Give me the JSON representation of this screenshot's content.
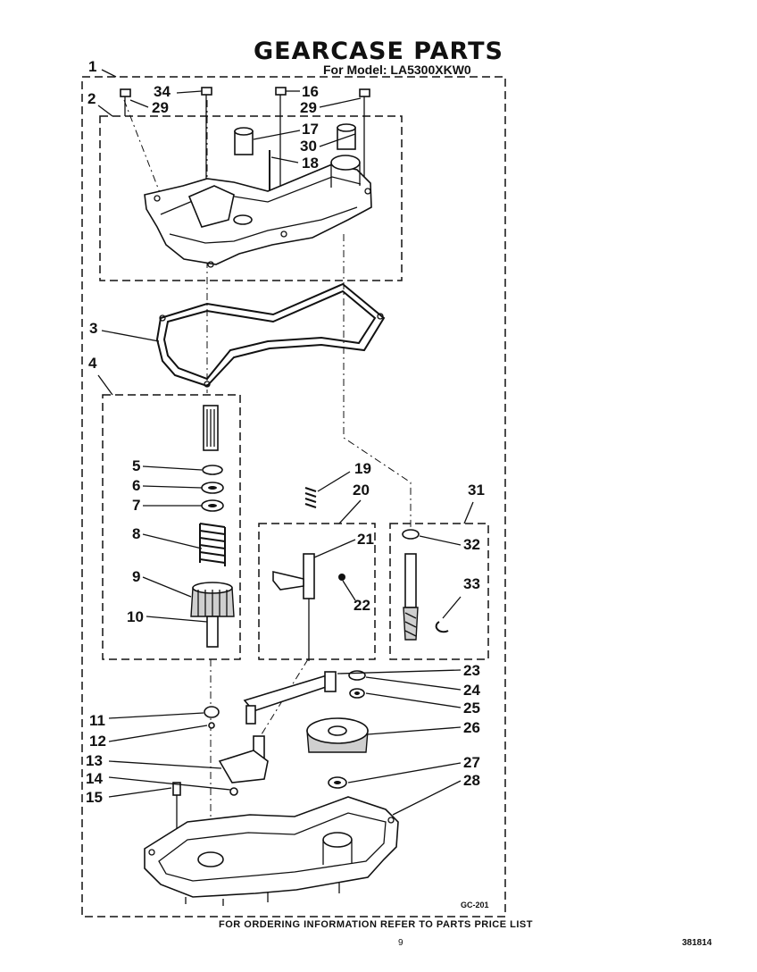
{
  "title": "GEARCASE PARTS",
  "subtitle": "For Model: LA5300XKW0",
  "figure_code": "GC-201",
  "footer_note": "FOR ORDERING INFORMATION REFER TO PARTS PRICE LIST",
  "page_number": "9",
  "document_number": "381814",
  "callouts": [
    "1",
    "2",
    "34",
    "29",
    "16",
    "29",
    "17",
    "30",
    "18",
    "3",
    "4",
    "5",
    "6",
    "7",
    "8",
    "9",
    "10",
    "19",
    "20",
    "21",
    "22",
    "31",
    "32",
    "33",
    "11",
    "12",
    "13",
    "14",
    "15",
    "23",
    "24",
    "25",
    "26",
    "27",
    "28"
  ]
}
